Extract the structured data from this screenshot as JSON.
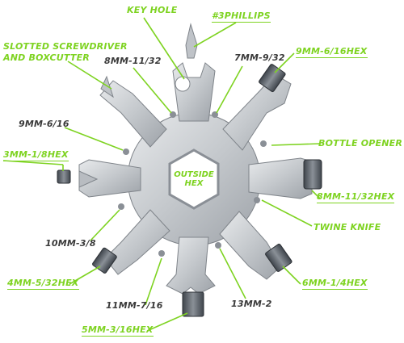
{
  "labels": {
    "key_hole": "KEY HOLE",
    "phillips": "#3PHILLIPS",
    "slotted_line1": "SLOTTED SCREWDRIVER",
    "slotted_line2": "AND BOXCUTTER",
    "mm8_11_32_top": "8MM-11/32",
    "mm7_9_32": "7MM-9/32",
    "mm9_6_16_hex": "9MM-6/16HEX",
    "mm9_6_16": "9MM-6/16",
    "bottle_opener": "BOTTLE OPENER",
    "mm3_1_8_hex": "3MM-1/8HEX",
    "outside_line1": "OUTSIDE",
    "outside_line2": "HEX",
    "mm8_11_32_hex": "8MM-11/32HEX",
    "twine_knife": "TWINE KNIFE",
    "mm10_3_8": "10MM-3/8",
    "mm4_5_32_hex": "4MM-5/32HEX",
    "mm6_1_4_hex": "6MM-1/4HEX",
    "mm11_7_16": "11MM-7/16",
    "mm13_2": "13MM-2",
    "mm5_3_16_hex": "5MM-3/16HEX"
  },
  "colors": {
    "label_green": "#7ed321",
    "label_dark": "#3a3a3a",
    "metal": "#cfd2d6",
    "metal_dark": "#8d9196",
    "hole": "#8a8f96",
    "bit": "#5d636b"
  }
}
